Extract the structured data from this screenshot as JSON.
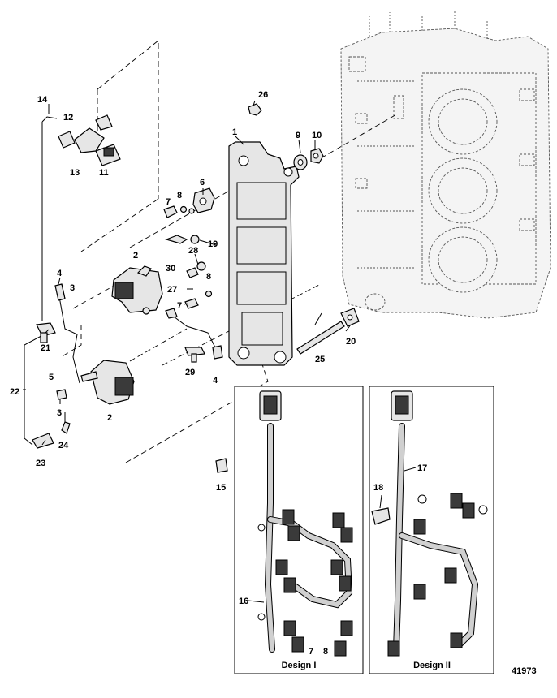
{
  "callouts": {
    "c1": "1",
    "c2a": "2",
    "c2b": "2",
    "c3a": "3",
    "c3b": "3",
    "c4a": "4",
    "c4b": "4",
    "c5": "5",
    "c6": "6",
    "c7a": "7",
    "c7b": "7",
    "c7c": "7",
    "c8a": "8",
    "c8b": "8",
    "c8c": "8",
    "c9": "9",
    "c10": "10",
    "c11": "11",
    "c12": "12",
    "c13": "13",
    "c14": "14",
    "c15": "15",
    "c16": "16",
    "c17": "17",
    "c18": "18",
    "c19": "19",
    "c20": "20",
    "c21": "21",
    "c22": "22",
    "c23": "23",
    "c24": "24",
    "c25": "25",
    "c26": "26",
    "c27": "27",
    "c28": "28",
    "c29": "29",
    "c30": "30"
  },
  "panels": {
    "design1_label": "Design I",
    "design2_label": "Design II"
  },
  "figure_id": "41973"
}
